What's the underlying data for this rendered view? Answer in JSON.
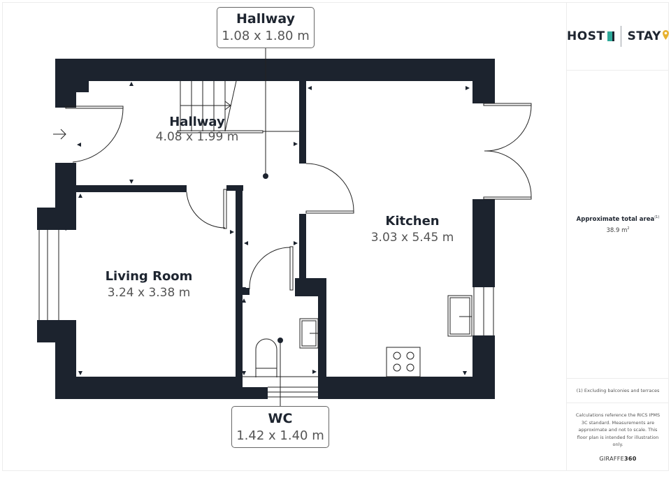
{
  "colors": {
    "wall": "#1c232e",
    "logo_teal": "#2fa99a",
    "logo_gold": "#e8b230",
    "border": "#ececec"
  },
  "floorplan": {
    "rooms": [
      {
        "id": "hallway-callout",
        "name": "Hallway",
        "dims": "1.08 x 1.80 m"
      },
      {
        "id": "hallway",
        "name": "Hallway",
        "dims": "4.08 x 1.99 m"
      },
      {
        "id": "kitchen",
        "name": "Kitchen",
        "dims": "3.03 x 5.45 m"
      },
      {
        "id": "living-room",
        "name": "Living Room",
        "dims": "3.24 x 3.38 m"
      },
      {
        "id": "wc",
        "name": "WC",
        "dims": "1.42 x 1.40 m"
      }
    ],
    "entrance_icon": "arrow-right-icon"
  },
  "sidebar": {
    "logo": {
      "left": "HOST",
      "right": "STAY"
    },
    "area": {
      "title": "Approximate total area",
      "footnote_mark": "(1)",
      "value": "38.9 m",
      "unit_sup": "2"
    },
    "footnote": "(1) Excluding balconies and terraces",
    "disclaimer": "Calculations reference the RICS IPMS 3C standard. Measurements are approximate and not to scale. This floor plan is intended for illustration only.",
    "brand": {
      "prefix": "GIRAFFE",
      "suffix": "360"
    }
  }
}
